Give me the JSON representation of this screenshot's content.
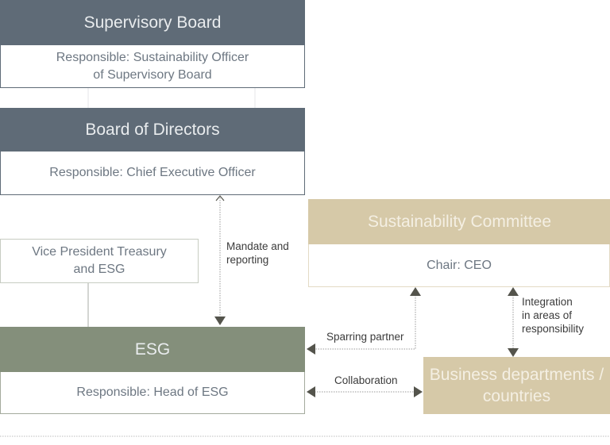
{
  "diagram": {
    "supervisory_board": {
      "title": "Supervisory Board",
      "responsible_line1": "Responsible: Sustainability Officer",
      "responsible_line2": "of Supervisory Board"
    },
    "board_of_directors": {
      "title": "Board of Directors",
      "responsible": "Responsible: Chief Executive Officer"
    },
    "vice_president": {
      "line1": "Vice President Treasury",
      "line2": "and ESG"
    },
    "esg": {
      "title": "ESG",
      "responsible": "Responsible: Head of ESG"
    },
    "sustainability_committee": {
      "title": "Sustainability Committee",
      "chair": "Chair: CEO"
    },
    "business_departments": {
      "line1": "Business departments /",
      "line2": "countries"
    },
    "connectors": {
      "mandate_line1": "Mandate and",
      "mandate_line2": "reporting",
      "sparring": "Sparring partner",
      "integration_line1": "Integration",
      "integration_line2": "in areas of",
      "integration_line3": "responsibility",
      "collaboration": "Collaboration"
    },
    "colors": {
      "slate": "#5f6b77",
      "olive": "#848f7b",
      "sand": "#d6c9a8",
      "arrow": "#54544c"
    }
  }
}
